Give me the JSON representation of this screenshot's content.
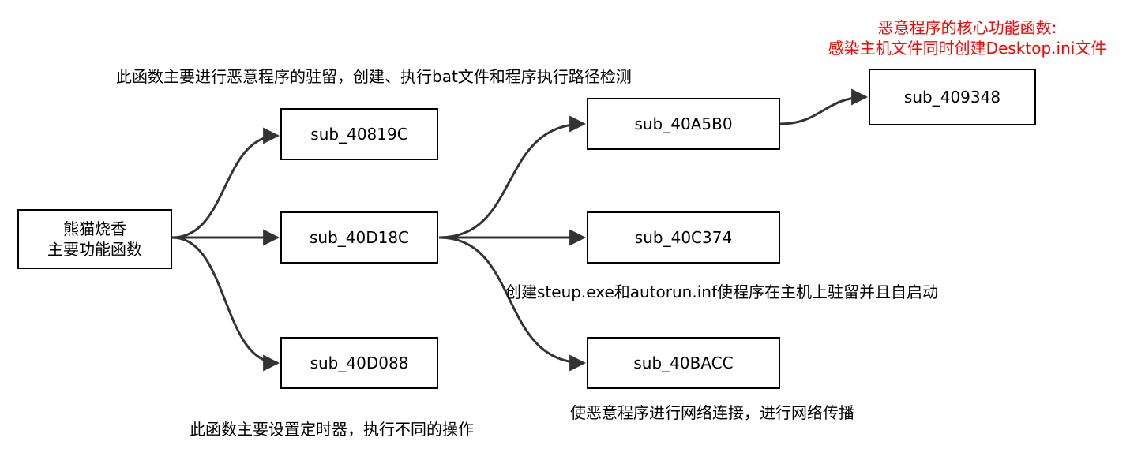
{
  "root": {
    "line1": "熊猫烧香",
    "line2": "主要功能函数"
  },
  "nodes": {
    "a": "sub_40819C",
    "b": "sub_40D18C",
    "c": "sub_40D088",
    "d": "sub_40A5B0",
    "e": "sub_40C374",
    "f": "sub_40BACC",
    "g": "sub_409348"
  },
  "notes": {
    "a": "此函数主要进行恶意程序的驻留，创建、执行bat文件和程序执行路径检测",
    "e": "创建steup.exe和autorun.inf使程序在主机上驻留并且自启动",
    "f": "使恶意程序进行网络连接，进行网络传播",
    "c": "此函数主要设置定时器，执行不同的操作",
    "g_line1": "恶意程序的核心功能函数:",
    "g_line2": "感染主机文件同时创建Desktop.ini文件"
  },
  "colors": {
    "line": "#333333",
    "highlight": "#ff0000"
  }
}
